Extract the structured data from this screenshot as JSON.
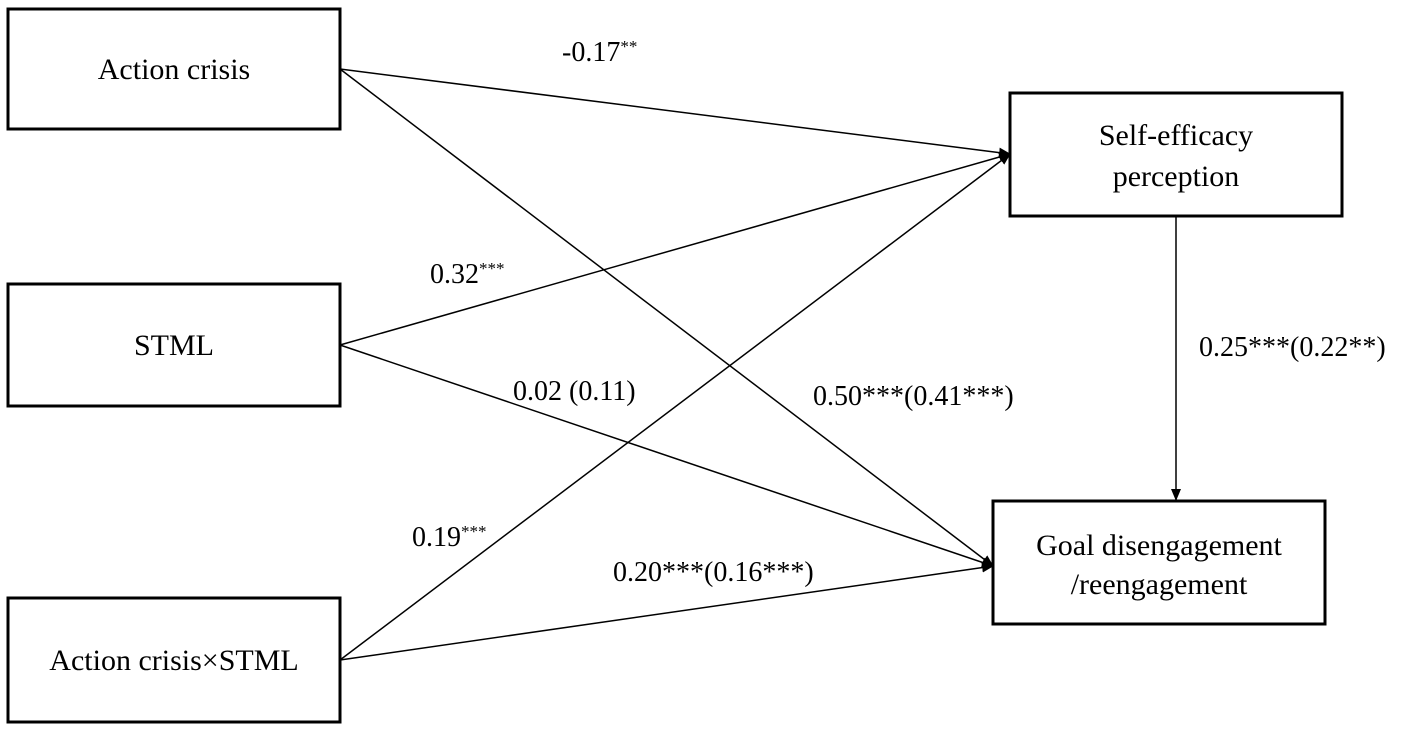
{
  "nodes": {
    "action_crisis": {
      "lines": [
        "Action crisis"
      ]
    },
    "stml": {
      "lines": [
        "STML"
      ]
    },
    "interaction": {
      "lines": [
        "Action crisis×STML"
      ]
    },
    "self_efficacy": {
      "lines": [
        "Self-efficacy",
        "perception"
      ]
    },
    "goal": {
      "lines": [
        "Goal disengagement",
        "/reengagement"
      ]
    }
  },
  "edges": {
    "ac_to_se": {
      "value": "-0.17",
      "sig": "**"
    },
    "stml_to_se": {
      "value": "0.32",
      "sig": "***"
    },
    "int_to_se": {
      "value": "0.19",
      "sig": "***"
    },
    "ac_to_goal": {
      "value": "0.50***(0.41***)"
    },
    "stml_to_goal": {
      "value": "0.02 (0.11)"
    },
    "int_to_goal": {
      "value": "0.20***(0.16***)"
    },
    "se_to_goal": {
      "value": "0.25***(0.22**)"
    }
  },
  "colors": {
    "stroke": "#000000",
    "background": "#ffffff"
  }
}
